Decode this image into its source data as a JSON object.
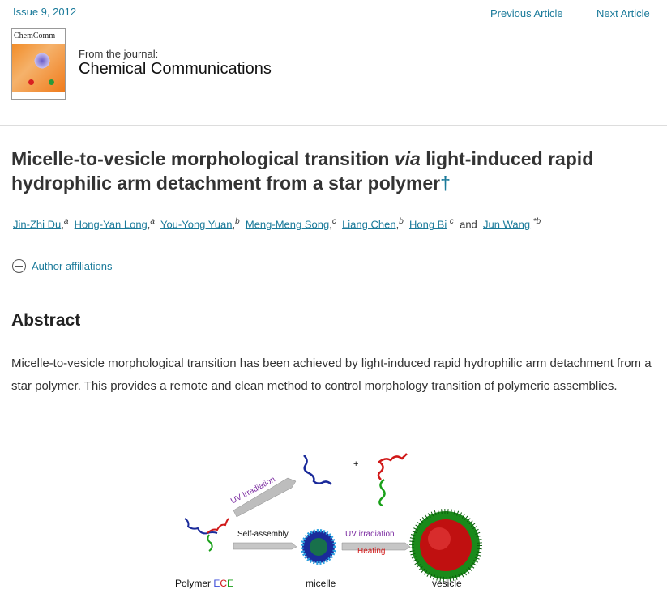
{
  "nav": {
    "issue": "Issue 9, 2012",
    "previous": "Previous Article",
    "next": "Next Article"
  },
  "journal": {
    "cover_title": "ChemComm",
    "from_label": "From the journal:",
    "name": "Chemical Communications"
  },
  "article": {
    "title_part1": "Micelle-to-vesicle morphological transition ",
    "title_via": "via",
    "title_part2": " light-induced rapid hydrophilic arm detachment from a star polymer",
    "dagger": "†"
  },
  "authors": [
    {
      "name": "Jin-Zhi Du",
      "sup": "a"
    },
    {
      "name": "Hong-Yan Long",
      "sup": "a"
    },
    {
      "name": "You-Yong Yuan",
      "sup": "b"
    },
    {
      "name": "Meng-Meng Song",
      "sup": "c"
    },
    {
      "name": "Liang Chen",
      "sup": "b"
    },
    {
      "name": "Hong Bi",
      "sup": "c"
    },
    {
      "name": "Jun Wang",
      "sup": "*b"
    }
  ],
  "authors_and": "and",
  "affiliations_label": "Author affiliations",
  "abstract": {
    "heading": "Abstract",
    "text": "Micelle-to-vesicle morphological transition has been achieved by light-induced rapid hydrophilic arm detachment from a star polymer. This provides a remote and clean method to control morphology transition of polymeric assemblies."
  },
  "figure": {
    "uv_top": "UV irradiation",
    "plus": "+",
    "self_assembly": "Self-assembly",
    "uv_mid": "UV irradiation",
    "heating": "Heating",
    "polymer_label": "Polymer ",
    "ece_e1": "E",
    "ece_c": "C",
    "ece_e2": "E",
    "micelle": "micelle",
    "vesicle": "vesicle"
  }
}
